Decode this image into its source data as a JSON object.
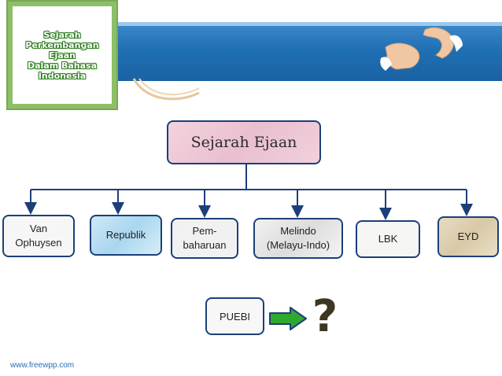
{
  "logo": {
    "lines": [
      "Sejarah",
      "Perkembangan Ejaan",
      "Dalam Bahasa",
      "Indonesia"
    ]
  },
  "title": "Sejarah Ejaan",
  "nodes": [
    {
      "id": "van-ophuysen",
      "lines": [
        "Van",
        "Ophuysen"
      ]
    },
    {
      "id": "republik",
      "lines": [
        "Republik"
      ]
    },
    {
      "id": "pembaharuan",
      "lines": [
        "Pem-",
        "baharuan"
      ]
    },
    {
      "id": "melindo",
      "lines": [
        "Melindo",
        "(Melayu-Indo)"
      ]
    },
    {
      "id": "lbk",
      "lines": [
        "LBK"
      ]
    },
    {
      "id": "eyd",
      "lines": [
        "EYD"
      ]
    }
  ],
  "puebi": "PUEBI",
  "question_mark": "?",
  "footer": "www.freewpp.com",
  "colors": {
    "band_blue": "#1f6fb3",
    "box_border": "#1c3f7a",
    "arrow_green": "#2fa82f",
    "title_fill": "#e9bfd0"
  },
  "icons": [
    "hands-icon",
    "arrow-right-icon",
    "question-mark-icon",
    "swirl-decoration"
  ]
}
